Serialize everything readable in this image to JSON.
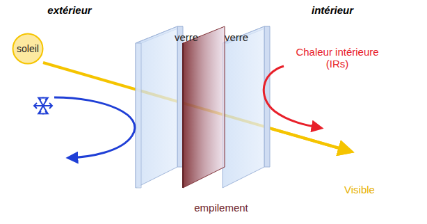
{
  "diagram": {
    "nodes": [
      {
        "text": [
          "soleil"
        ]
      }
    ],
    "labels": [
      "extérieur",
      "intérieur",
      "verre",
      "verre",
      "Chaleur intérieure (IRs)",
      "Visible",
      "empilement"
    ]
  }
}
